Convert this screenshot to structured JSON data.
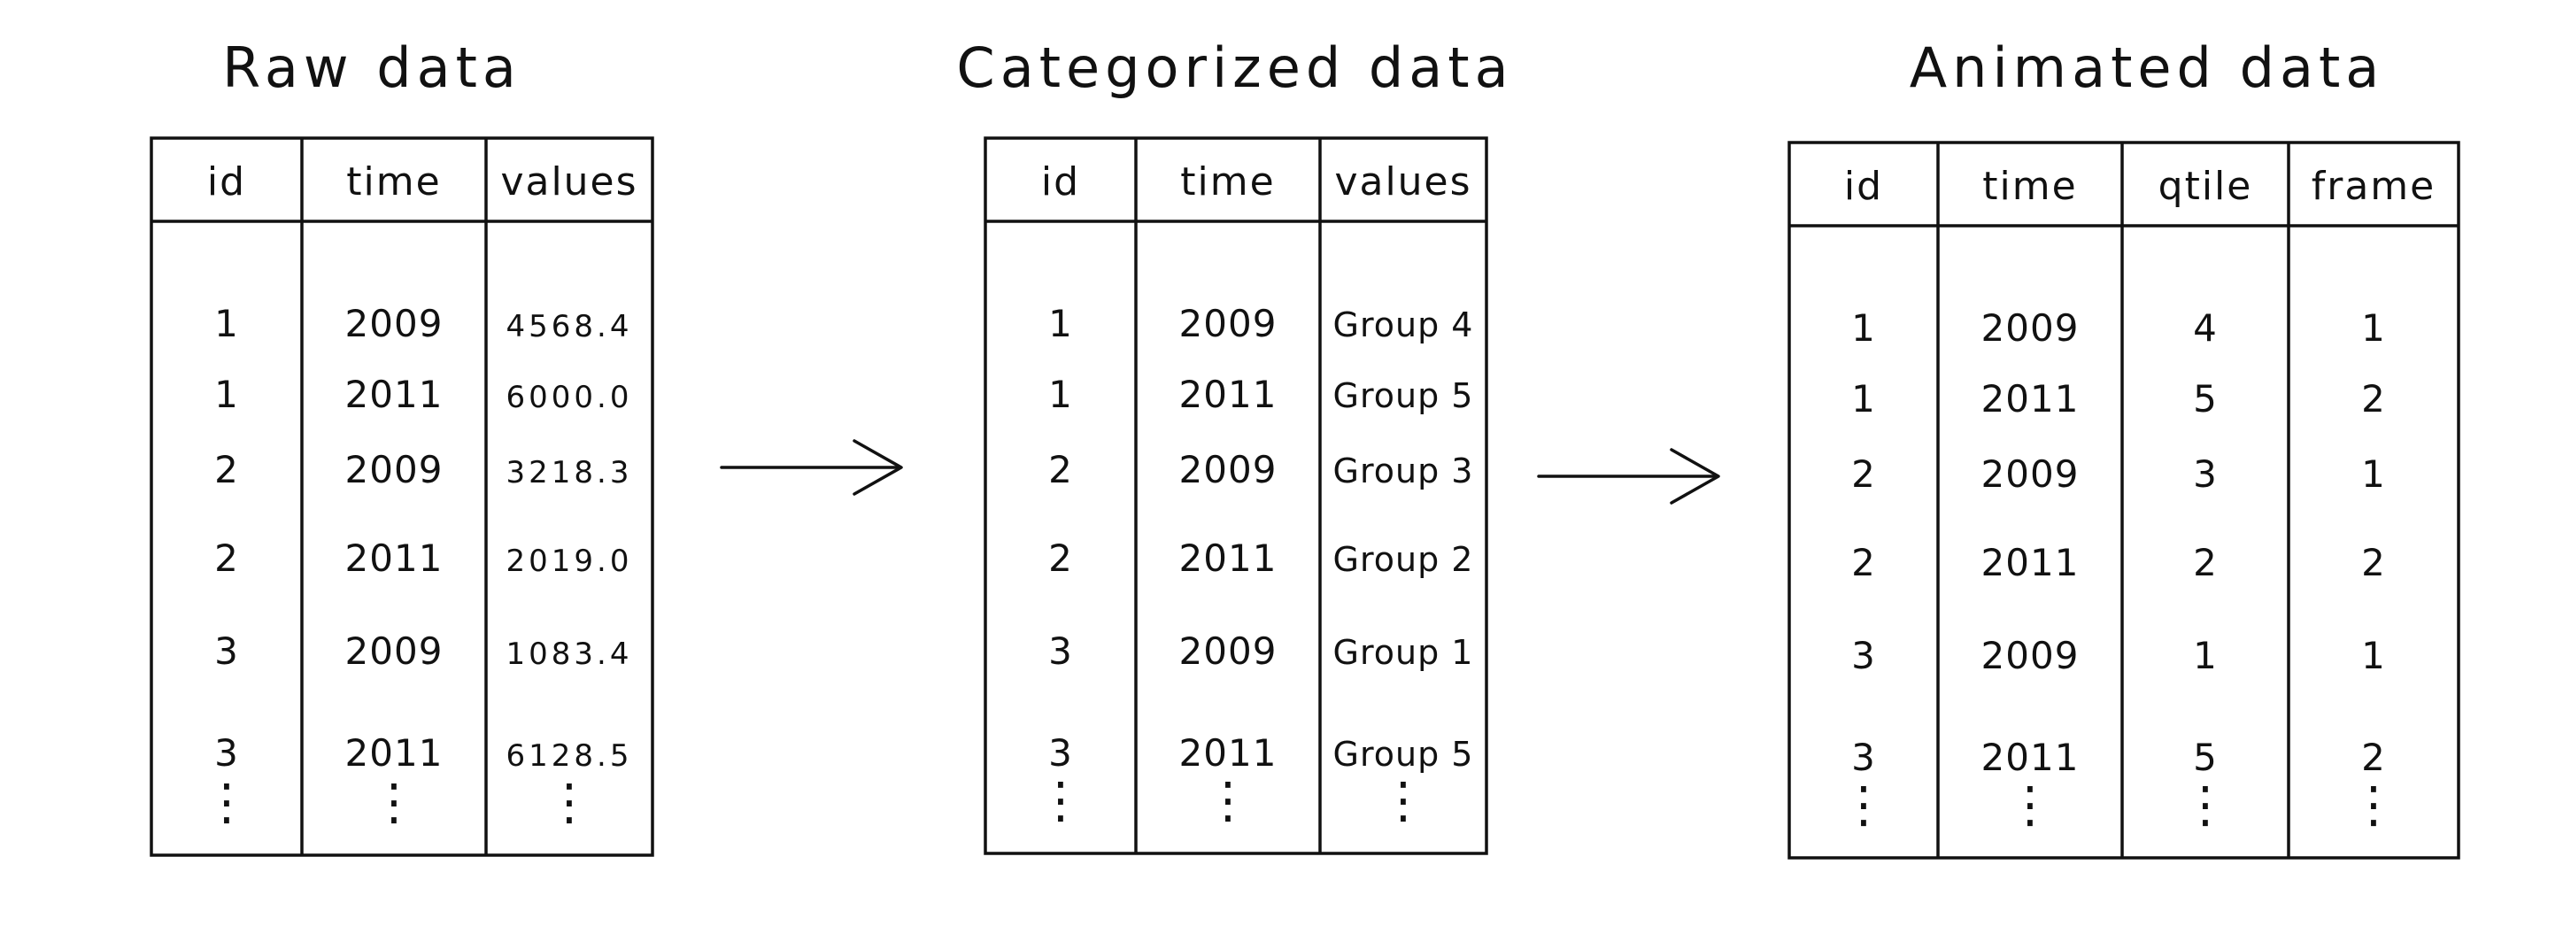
{
  "colors": {
    "ink": "#111111",
    "background": "#ffffff"
  },
  "tables": [
    {
      "title": "Raw data",
      "headers": [
        "id",
        "time",
        "values"
      ],
      "rows": [
        [
          "1",
          "2009",
          "4568.4"
        ],
        [
          "1",
          "2011",
          "6000.0"
        ],
        [
          "2",
          "2009",
          "3218.3"
        ],
        [
          "2",
          "2011",
          "2019.0"
        ],
        [
          "3",
          "2009",
          "1083.4"
        ],
        [
          "3",
          "2011",
          "6128.5"
        ]
      ],
      "continuation": "⋮"
    },
    {
      "title": "Categorized data",
      "headers": [
        "id",
        "time",
        "values"
      ],
      "rows": [
        [
          "1",
          "2009",
          "Group 4"
        ],
        [
          "1",
          "2011",
          "Group 5"
        ],
        [
          "2",
          "2009",
          "Group 3"
        ],
        [
          "2",
          "2011",
          "Group 2"
        ],
        [
          "3",
          "2009",
          "Group 1"
        ],
        [
          "3",
          "2011",
          "Group 5"
        ]
      ],
      "continuation": "⋮"
    },
    {
      "title": "Animated data",
      "headers": [
        "id",
        "time",
        "qtile",
        "frame"
      ],
      "rows": [
        [
          "1",
          "2009",
          "4",
          "1"
        ],
        [
          "1",
          "2011",
          "5",
          "2"
        ],
        [
          "2",
          "2009",
          "3",
          "1"
        ],
        [
          "2",
          "2011",
          "2",
          "2"
        ],
        [
          "3",
          "2009",
          "1",
          "1"
        ],
        [
          "3",
          "2011",
          "5",
          "2"
        ]
      ],
      "continuation": "⋮"
    }
  ],
  "icons": [
    "arrow-right-icon",
    "arrow-right-icon"
  ]
}
